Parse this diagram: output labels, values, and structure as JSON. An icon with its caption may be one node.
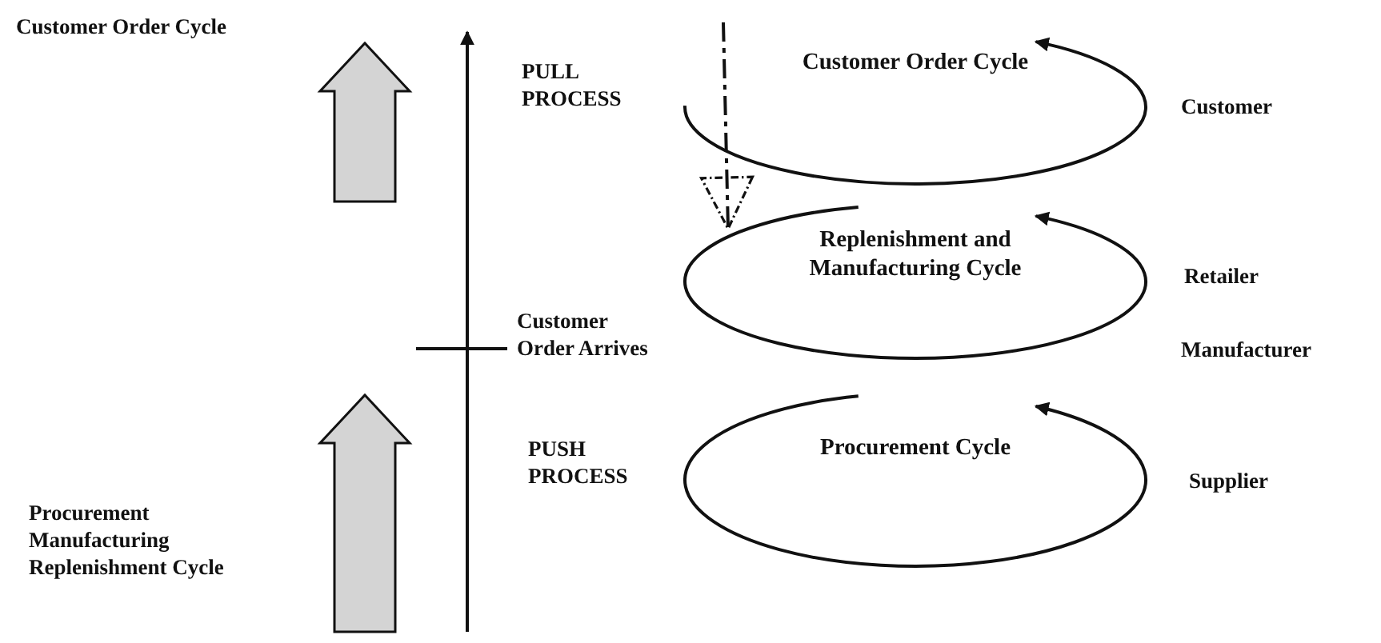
{
  "diagram": {
    "nodes": [
      {
        "text": [
          "Customer Order Cycle"
        ]
      },
      {
        "text": [
          "Replenishment and Manufacturing Cycle"
        ]
      },
      {
        "text": [
          "Procurement Cycle"
        ]
      }
    ],
    "edges": [
      {
        "from": 0,
        "to": 1,
        "arrow": "to",
        "style": "dashed"
      }
    ],
    "labels": [
      "Customer Order Cycle",
      "PULL PROCESS",
      "Customer",
      "Retailer",
      "Customer Order Arrives",
      "Manufacturer",
      "PUSH PROCESS",
      "Supplier",
      "Procurement Manufacturing Replenishment Cycle"
    ]
  }
}
